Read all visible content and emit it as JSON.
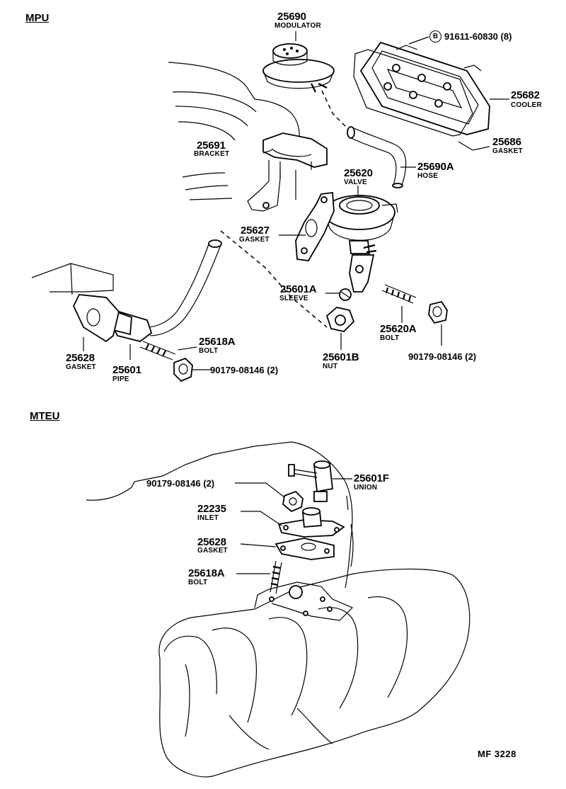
{
  "sections": {
    "mpu": "MPU",
    "mteu": "MTEU"
  },
  "mpu_parts": [
    {
      "id": "modulator",
      "number": "25690",
      "name": "MODULATOR"
    },
    {
      "id": "clip-bolt",
      "number": "91611-60830 (8)",
      "name": "",
      "badge": "B"
    },
    {
      "id": "cooler",
      "number": "25682",
      "name": "COOLER"
    },
    {
      "id": "gasket-25686",
      "number": "25686",
      "name": "GASKET"
    },
    {
      "id": "bracket",
      "number": "25691",
      "name": "BRACKET"
    },
    {
      "id": "hose",
      "number": "25690A",
      "name": "HOSE"
    },
    {
      "id": "valve",
      "number": "25620",
      "name": "VALVE"
    },
    {
      "id": "gasket-25627",
      "number": "25627",
      "name": "GASKET"
    },
    {
      "id": "sleeve",
      "number": "25601A",
      "name": "SLEEVE"
    },
    {
      "id": "bolt-25620a",
      "number": "25620A",
      "name": "BOLT"
    },
    {
      "id": "nut-90179-right",
      "number": "90179-08146 (2)",
      "name": ""
    },
    {
      "id": "bolt-25618a",
      "number": "25618A",
      "name": "BOLT"
    },
    {
      "id": "gasket-25628",
      "number": "25628",
      "name": "GASKET"
    },
    {
      "id": "pipe",
      "number": "25601",
      "name": "PIPE"
    },
    {
      "id": "nut-25601b",
      "number": "25601B",
      "name": "NUT"
    },
    {
      "id": "nut-90179-left",
      "number": "90179-08146 (2)",
      "name": ""
    }
  ],
  "mteu_parts": [
    {
      "id": "nut-90179",
      "number": "90179-08146 (2)",
      "name": ""
    },
    {
      "id": "union",
      "number": "25601F",
      "name": "UNION"
    },
    {
      "id": "inlet",
      "number": "22235",
      "name": "INLET"
    },
    {
      "id": "gasket-25628-b",
      "number": "25628",
      "name": "GASKET"
    },
    {
      "id": "bolt-25618a-b",
      "number": "25618A",
      "name": "BOLT"
    }
  ],
  "footer": {
    "code": "MF  3228"
  }
}
